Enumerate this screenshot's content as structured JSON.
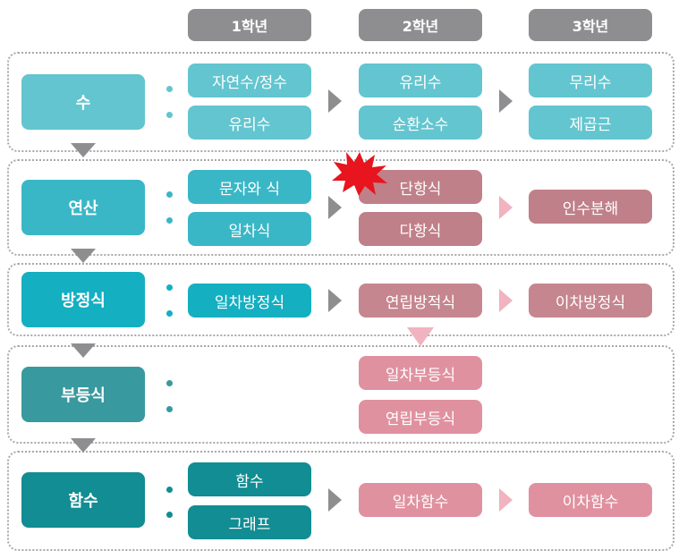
{
  "grades": [
    "1학년",
    "2학년",
    "3학년"
  ],
  "categories": {
    "number": "수",
    "operation": "연산",
    "equation": "방정식",
    "inequality": "부등식",
    "function": "함수"
  },
  "topics": {
    "natural_integer": "자연수/정수",
    "rational_g1": "유리수",
    "rational_g2": "유리수",
    "repeating_decimal": "순환소수",
    "irrational": "무리수",
    "square_root": "제곱근",
    "expressions": "문자와 식",
    "linear_expr": "일차식",
    "monomial": "단항식",
    "polynomial": "다항식",
    "factorization": "인수분해",
    "linear_eq": "일차방정식",
    "simultaneous_eq": "연립방적식",
    "quadratic_eq": "이차방정식",
    "linear_ineq": "일차부등식",
    "simultaneous_ineq": "연립부등식",
    "function_g1": "함수",
    "graph": "그래프",
    "linear_func": "일차함수",
    "quadratic_func": "이차함수"
  },
  "colors": {
    "header": "#8e8e90",
    "number": "#63c5cf",
    "operation": "#3ab7c6",
    "equation": "#14afc1",
    "inequality": "#38999e",
    "function": "#118d93",
    "mauve": "#c08089",
    "mauve_light": "#c6868f",
    "pink": "#e0919f",
    "pink_tri": "#f0b3bf",
    "arrow_gray": "#8e8e90",
    "burst": "#e8141e"
  },
  "icons": {
    "burst": "red-starburst-icon",
    "arrow_right": "triangle-right-icon",
    "arrow_down": "triangle-down-icon"
  }
}
